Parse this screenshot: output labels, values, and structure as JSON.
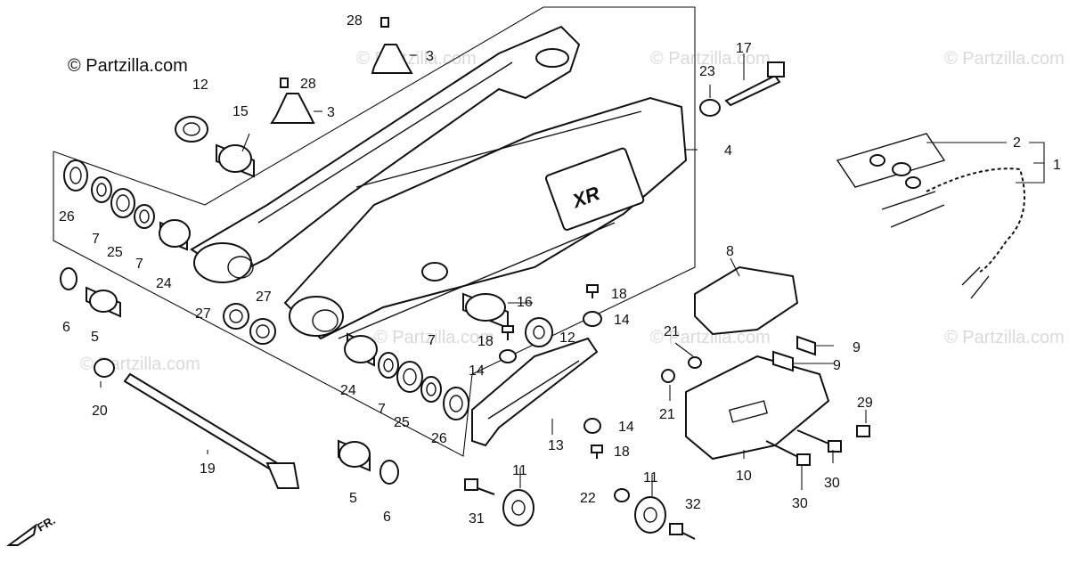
{
  "copyright": "© Partzilla.com",
  "watermark": "© Partzilla.com",
  "front_label": "FR.",
  "swingarm_decal": "XR",
  "callouts": {
    "c1": "1",
    "c2": "2",
    "c3a": "3",
    "c3b": "3",
    "c4": "4",
    "c5a": "5",
    "c5b": "5",
    "c6a": "6",
    "c6b": "6",
    "c7a": "7",
    "c7b": "7",
    "c7c": "7",
    "c7d": "7",
    "c8": "8",
    "c9a": "9",
    "c9b": "9",
    "c10": "10",
    "c11a": "11",
    "c11b": "11",
    "c12a": "12",
    "c12b": "12",
    "c13": "13",
    "c14a": "14",
    "c14b": "14",
    "c14c": "14",
    "c15": "15",
    "c16": "16",
    "c17": "17",
    "c18a": "18",
    "c18b": "18",
    "c18c": "18",
    "c19": "19",
    "c20": "20",
    "c21a": "21",
    "c21b": "21",
    "c22": "22",
    "c23": "23",
    "c24a": "24",
    "c24b": "24",
    "c25a": "25",
    "c25b": "25",
    "c26a": "26",
    "c26b": "26",
    "c27a": "27",
    "c27b": "27",
    "c28a": "28",
    "c28b": "28",
    "c29": "29",
    "c30a": "30",
    "c30b": "30",
    "c31": "31",
    "c32": "32"
  }
}
